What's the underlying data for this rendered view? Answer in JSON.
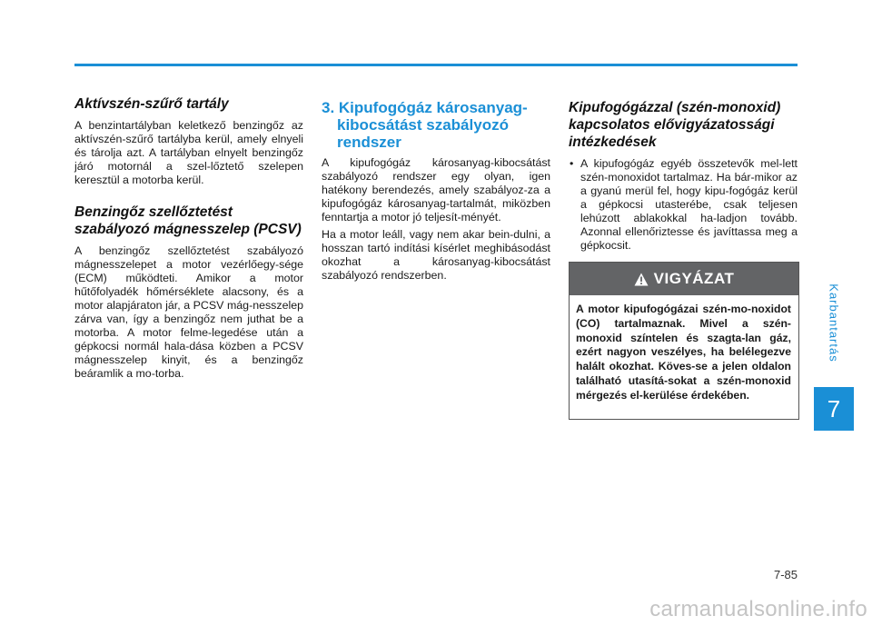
{
  "col1": {
    "h1": "Aktívszén-szűrő tartály",
    "p1": "A benzintartályban keletkező benzingőz az aktívszén-szűrő tartályba kerül, amely elnyeli és tárolja azt. A tartályban elnyelt benzingőz járó motornál a szel-lőztető szelepen keresztül a motorba kerül.",
    "h2": "Benzingőz szellőztetést szabályozó mágnesszelep (PCSV)",
    "p2": "A benzingőz szellőztetést szabályozó mágnesszelepet a motor vezérlőegy-sége (ECM) működteti. Amikor a motor hűtőfolyadék hőmérséklete alacsony, és a motor alapjáraton jár, a PCSV mág-nesszelep zárva van, így a benzingőz nem juthat be a motorba. A motor felme-legedése után a gépkocsi normál hala-dása közben a PCSV mágnesszelep kinyit, és a benzingőz beáramlik a mo-torba."
  },
  "col2": {
    "heading": "3. Kipufogógáz károsanyag-kibocsátást szabályozó rendszer",
    "p1": "A kipufogógáz károsanyag-kibocsátást szabályozó rendszer egy olyan, igen hatékony berendezés, amely szabályoz-za a kipufogógáz károsanyag-tartalmát, miközben fenntartja a motor jó teljesít-ményét.",
    "p2": "Ha a motor leáll, vagy nem akar bein-dulni, a hosszan tartó indítási kísérlet meghibásodást okozhat a károsanyag-kibocsátást szabályozó rendszerben."
  },
  "col3": {
    "heading": "Kipufogógázzal (szén-monoxid) kapcsolatos elővigyázatossági intézkedések",
    "bullets": [
      "A kipufogógáz egyéb összetevők mel-lett szén-monoxidot tartalmaz. Ha bár-mikor az a gyanú merül fel, hogy kipu-fogógáz kerül a gépkocsi utasterébe, csak teljesen lehúzott ablakokkal ha-ladjon tovább. Azonnal ellenőriztesse és javíttassa meg a gépkocsit."
    ]
  },
  "warning": {
    "title": "VIGYÁZAT",
    "icon": "warning-triangle-icon",
    "text": "A motor kipufogógázai szén-mo-noxidot (CO) tartalmaznak. Mivel a szén-monoxid színtelen és szagta-lan gáz, ezért nagyon veszélyes, ha belélegezve halált okozhat. Köves-se a jelen oldalon található utasítá-sokat a szén-monoxid mérgezés el-kerülése érdekében."
  },
  "sidebar": {
    "chapter_label": "Karbantartás",
    "chapter_number": "7"
  },
  "footer": {
    "page_number": "7-85",
    "watermark": "carmanualsonline.info"
  },
  "colors": {
    "accent": "#1a8fd6",
    "warning_header": "#636466"
  }
}
